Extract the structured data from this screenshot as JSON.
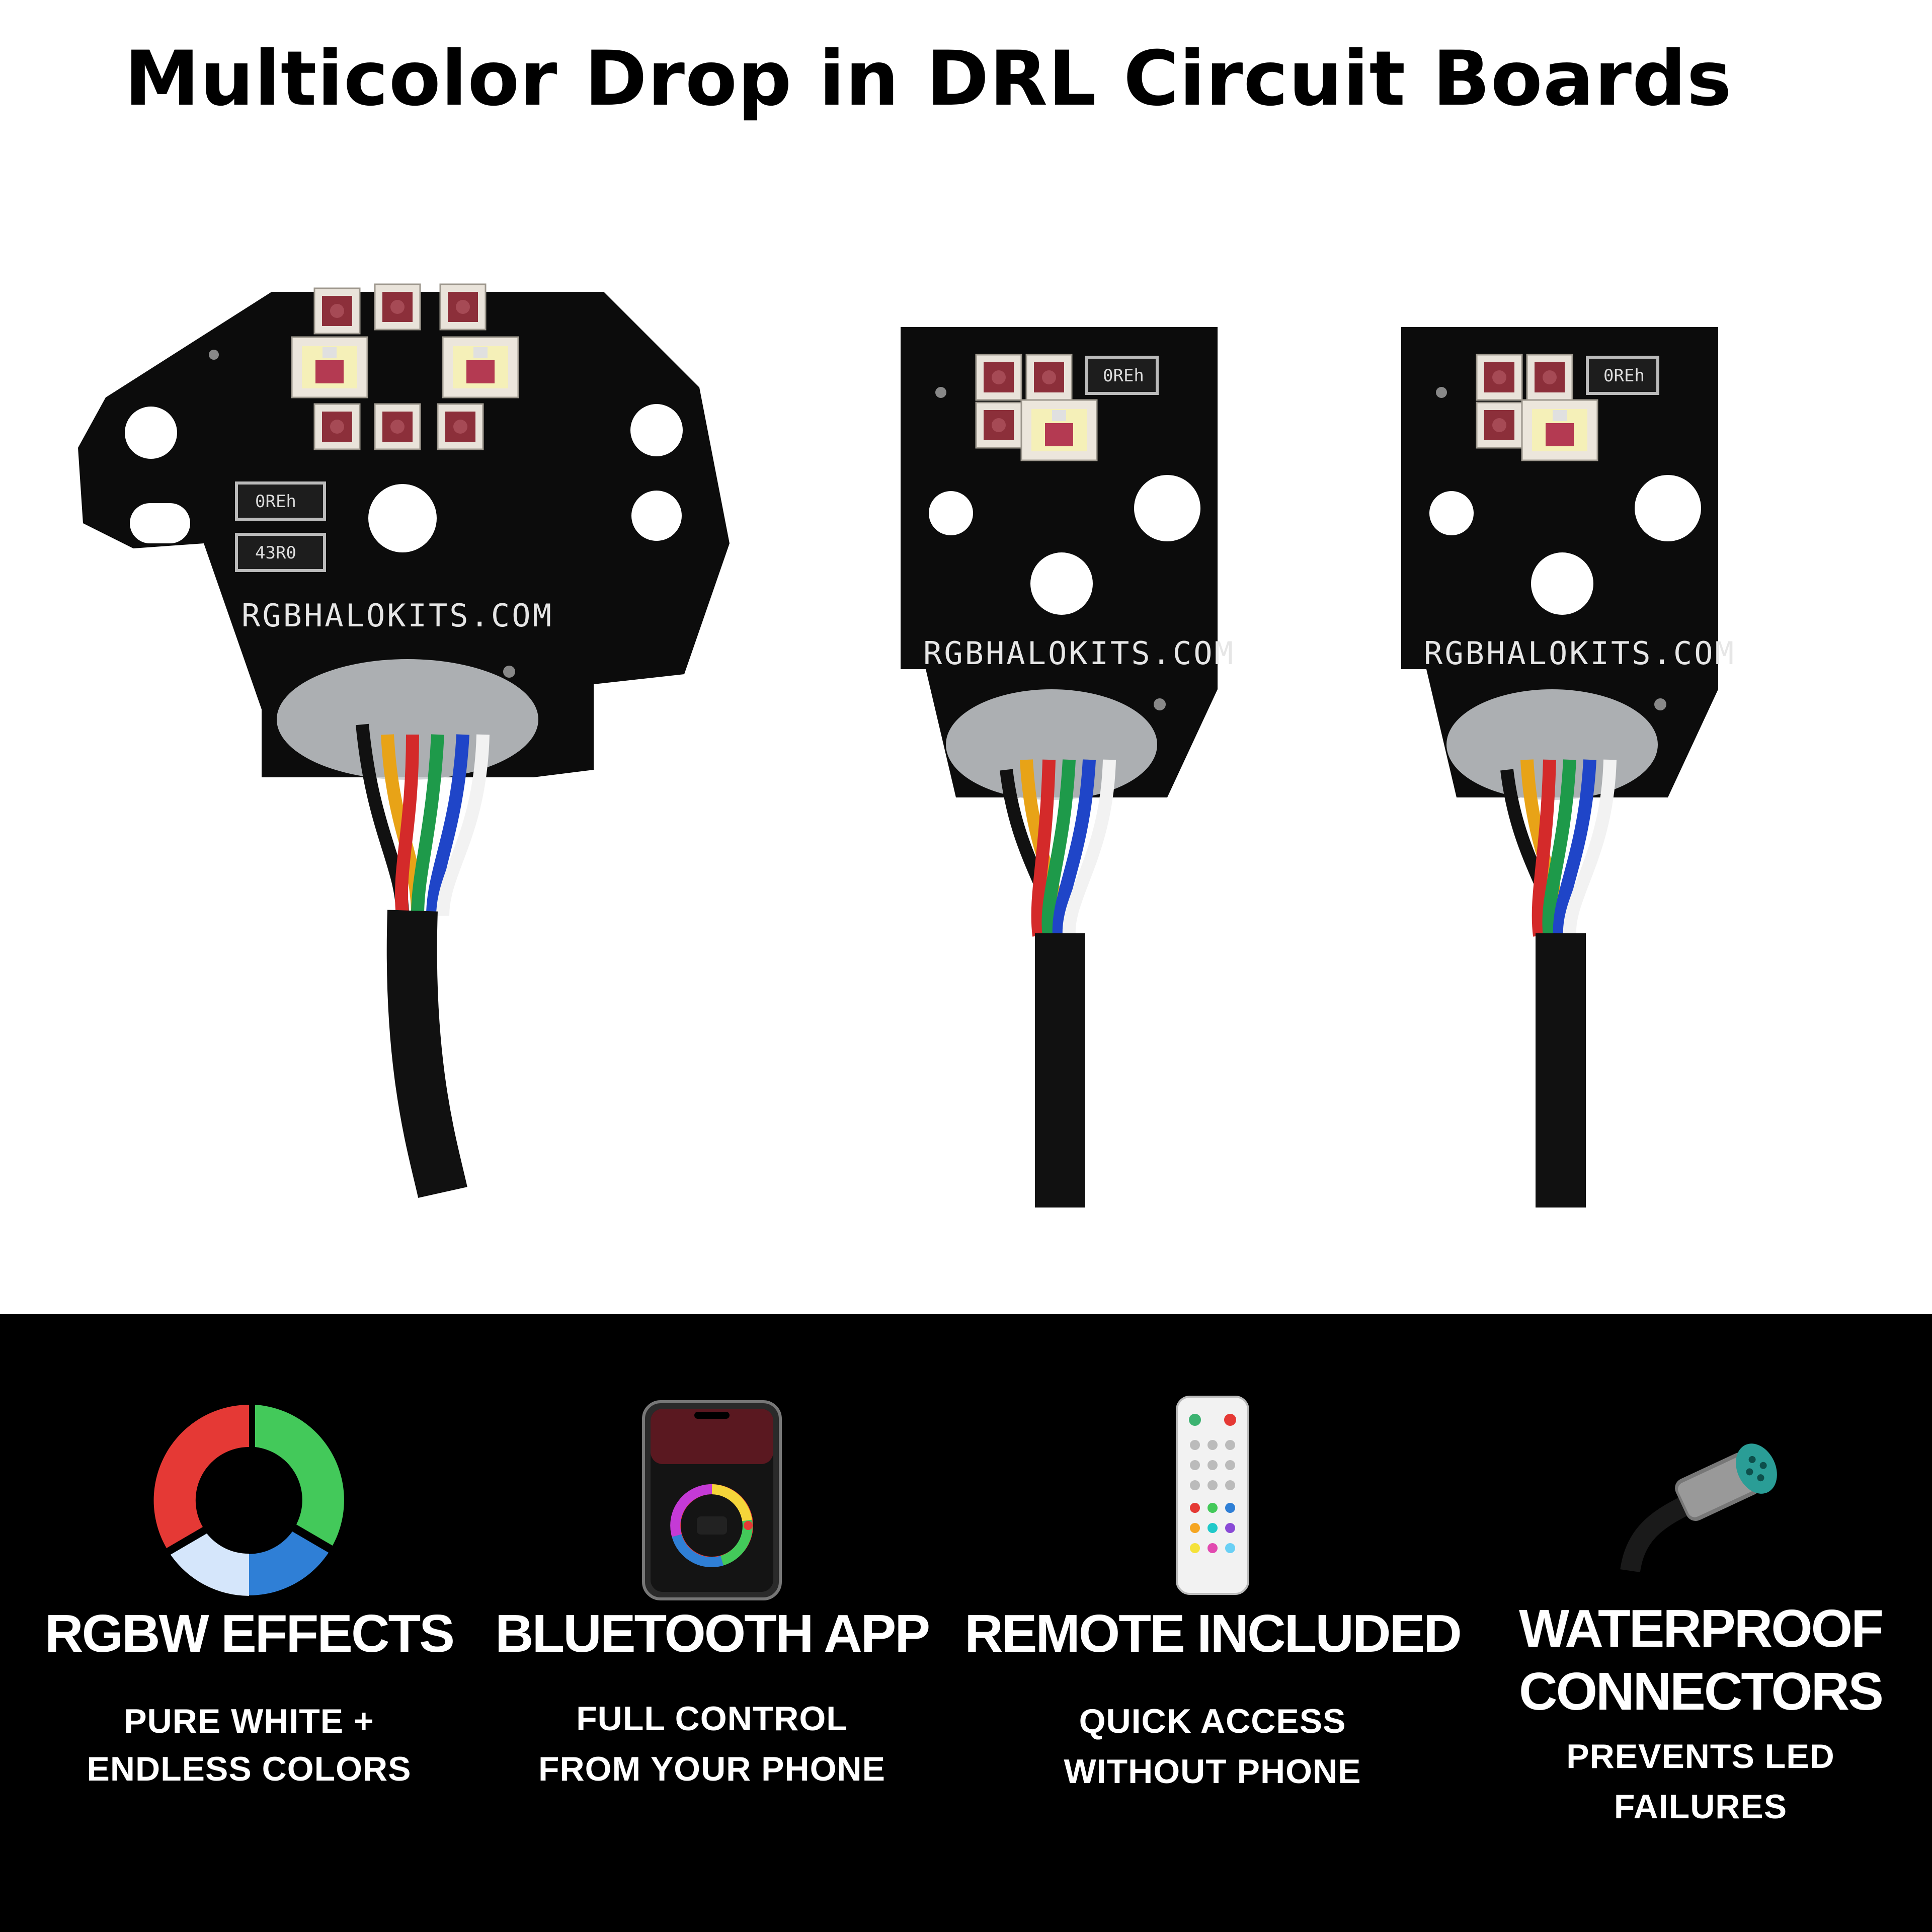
{
  "title": "Multicolor Drop in DRL Circuit Boards",
  "boards": {
    "silkscreen": "RGBHALOKITS.COM",
    "resistor_a": "0REh",
    "resistor_b": "43R0",
    "resistor_c": "0REh"
  },
  "features": [
    {
      "icon": "rgbw-ring-icon",
      "heading": "RGBW EFFECTS",
      "line1": "PURE WHITE +",
      "line2": "ENDLESS COLORS"
    },
    {
      "icon": "phone-app-icon",
      "heading": "BLUETOOTH APP",
      "line1": "FULL CONTROL",
      "line2": "FROM YOUR PHONE"
    },
    {
      "icon": "remote-icon",
      "heading": "REMOTE INCLUDED",
      "line1": "QUICK ACCESS",
      "line2": "WITHOUT PHONE"
    },
    {
      "icon": "connector-icon",
      "heading1": "WATERPROOF",
      "heading2": "CONNECTORS",
      "line1": "PREVENTS LED",
      "line2": "FAILURES"
    }
  ],
  "colors": {
    "panel": "#000000",
    "red": "#e53935",
    "green": "#43c95a",
    "blue": "#2f7fd6",
    "wire_yellow": "#e8a317",
    "wire_red": "#d42a2a",
    "wire_green": "#1e9a4a",
    "wire_blue": "#1f45c8",
    "wire_white": "#f2f2f2"
  }
}
